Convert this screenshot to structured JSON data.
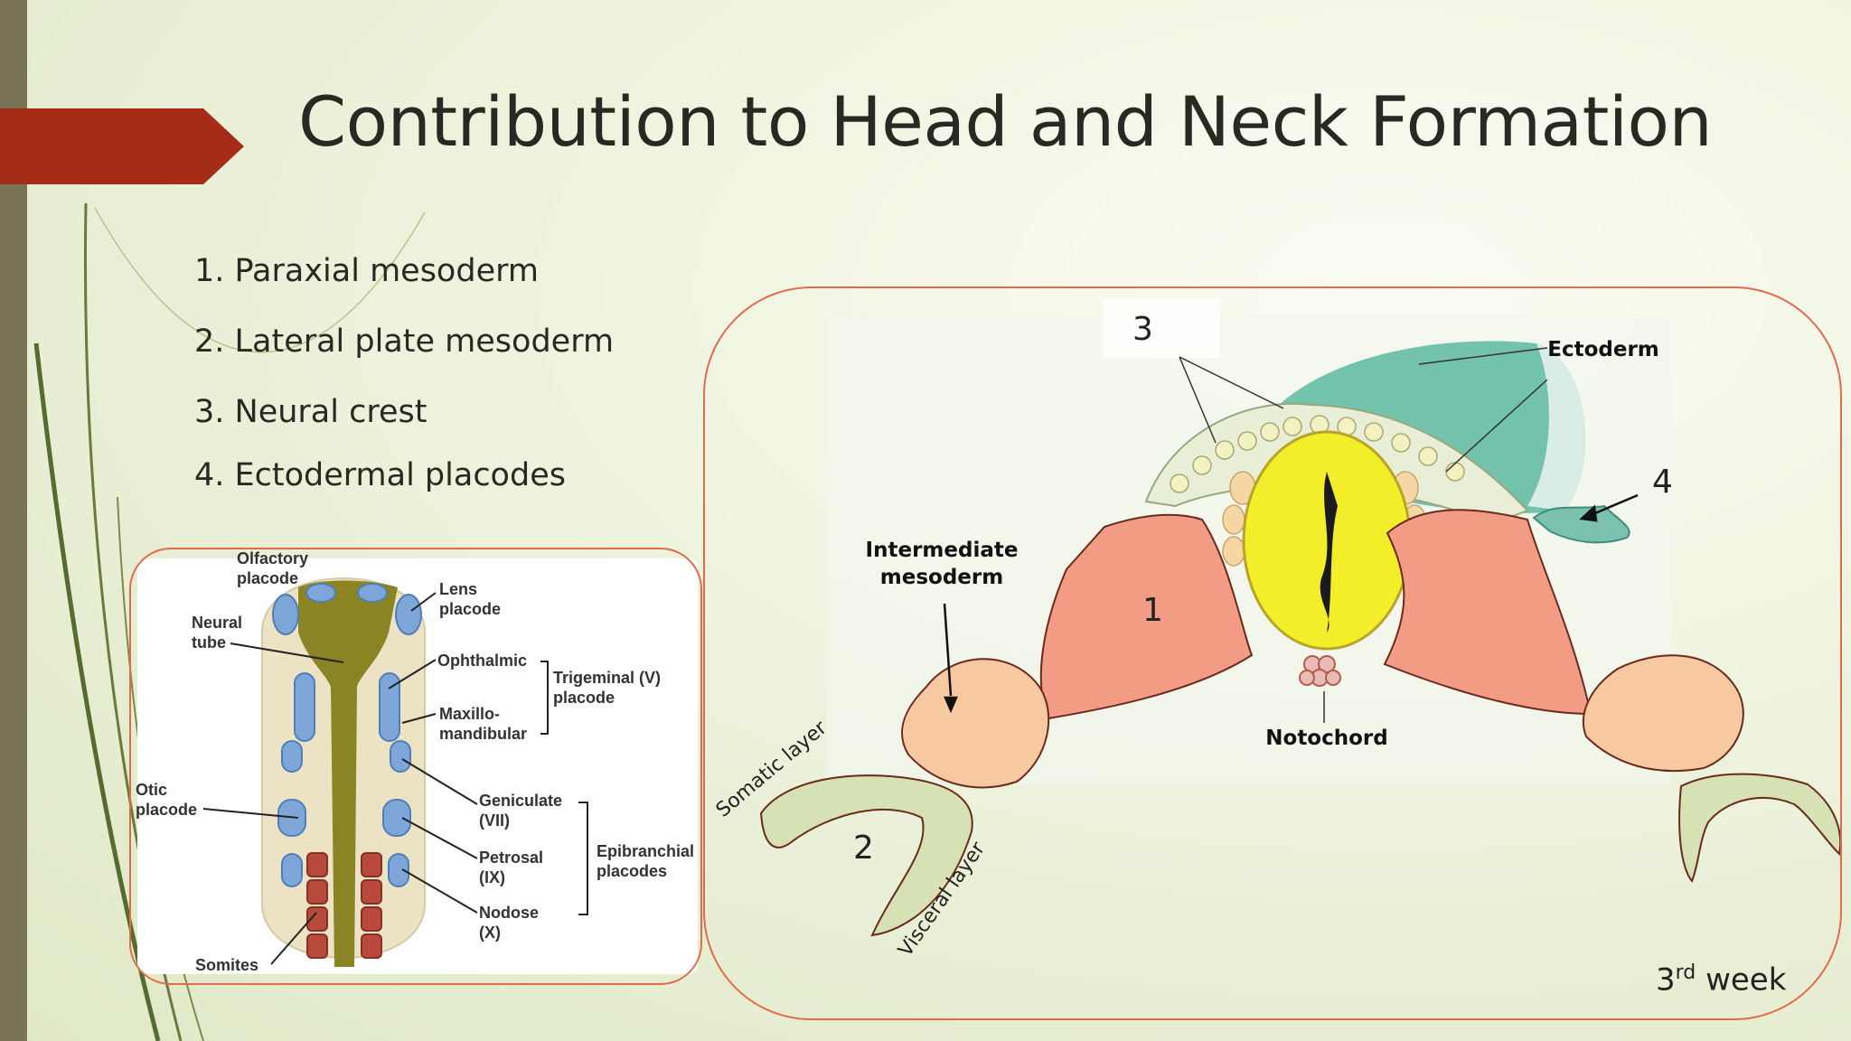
{
  "slide": {
    "title": "Contribution to Head and Neck Formation",
    "list": [
      "1. Paraxial mesoderm",
      "2. Lateral plate mesoderm",
      "3. Neural crest",
      "4. Ectodermal placodes"
    ]
  },
  "placode_figure": {
    "labels": {
      "olfactory": "Olfactory",
      "olfactory_placode": "placode",
      "lens": "Lens",
      "lens_placode": "placode",
      "neural": "Neural",
      "neural_tube": "tube",
      "ophthalmic": "Ophthalmic",
      "trigeminal": "Trigeminal (V)",
      "trigeminal_placode": "placode",
      "maxillo": "Maxillo-",
      "mandibular": "mandibular",
      "otic": "Otic",
      "otic_placode": "placode",
      "geniculate": "Geniculate",
      "geniculate_num": "(VII)",
      "petrosal": "Petrosal",
      "petrosal_num": "(IX)",
      "epibranchial": "Epibranchial",
      "epibranchial_placodes": "placodes",
      "nodose": "Nodose",
      "nodose_num": "(X)",
      "somites": "Somites"
    }
  },
  "embryo_figure": {
    "labels": {
      "three": "3",
      "four": "4",
      "one": "1",
      "two": "2",
      "ectoderm": "Ectoderm",
      "intermediate": "Intermediate",
      "mesoderm": "mesoderm",
      "notochord": "Notochord",
      "somatic_layer": "Somatic layer",
      "visceral_layer": "Visceral layer"
    },
    "week_number": "3",
    "week_sup": "rd",
    "week_text": " week"
  },
  "colors": {
    "title_arrow": "#a52c16",
    "frame_border": "#e36b4c",
    "paraxial_mesoderm": "#f29c86",
    "intermediate_mesoderm": "#f6c9a0",
    "lateral_plate": "#d6e2b4",
    "ectoderm": "#5ab8a0",
    "neural_tube": "#f2ee2a",
    "neural_fold": "#8b8424",
    "placode_blue": "#7ea6d8",
    "somite_red": "#b84a3c"
  }
}
